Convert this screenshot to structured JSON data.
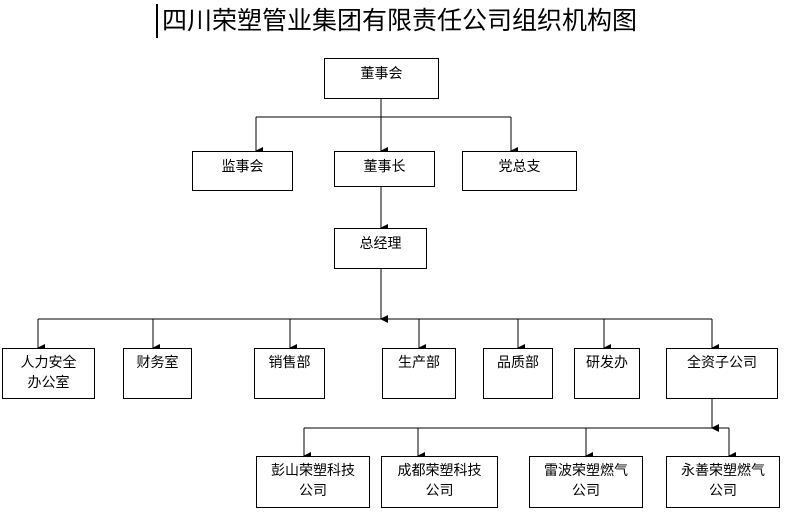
{
  "title": "四川荣塑管业集团有限责任公司组织机构图",
  "board": "董事会",
  "supervisors": "监事会",
  "chairman": "董事长",
  "party": "党总支",
  "gm": "总经理",
  "departments": [
    "人力安全办公室",
    "财务室",
    "销售部",
    "生产部",
    "品质部",
    "研发办",
    "全资子公司"
  ],
  "subsidiaries": [
    "彭山荣塑科技公司",
    "成都荣塑科技公司",
    "雷波荣塑燃气公司",
    "永善荣塑燃气公司"
  ]
}
